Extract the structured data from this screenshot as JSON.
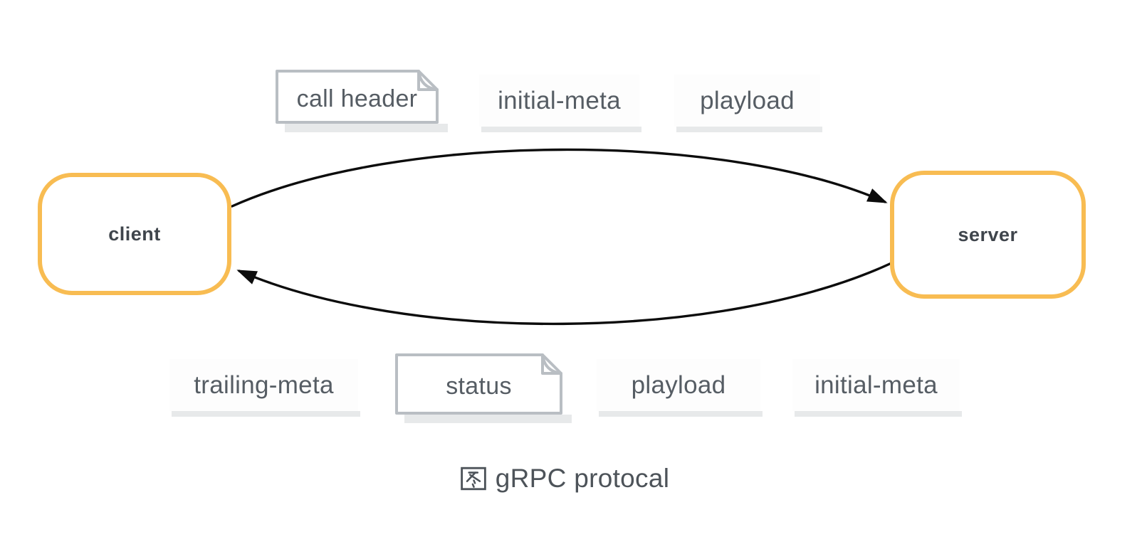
{
  "diagram": {
    "caption": {
      "figure_marker": "图",
      "text": "gRPC protocal",
      "full": "图 gRPC protocal"
    },
    "nodes": [
      {
        "id": "client",
        "label": "client"
      },
      {
        "id": "server",
        "label": "server"
      }
    ],
    "request_flow": {
      "from": "client",
      "to": "server",
      "labels": [
        {
          "text": "call header",
          "shape": "note"
        },
        {
          "text": "initial-meta",
          "shape": "label"
        },
        {
          "text": "playload",
          "shape": "label"
        }
      ]
    },
    "response_flow": {
      "from": "server",
      "to": "client",
      "labels": [
        {
          "text": "trailing-meta",
          "shape": "label"
        },
        {
          "text": "status",
          "shape": "note"
        },
        {
          "text": "playload",
          "shape": "label"
        },
        {
          "text": "initial-meta",
          "shape": "label"
        }
      ]
    },
    "colors": {
      "node_border": "#F8BC52",
      "note_border": "#B9BEC3",
      "shadow": "#E7E9EA",
      "label_text": "#565D64",
      "node_text": "#3F454C",
      "arrow": "#0C0C0C",
      "background": "#FFFFFF"
    }
  }
}
